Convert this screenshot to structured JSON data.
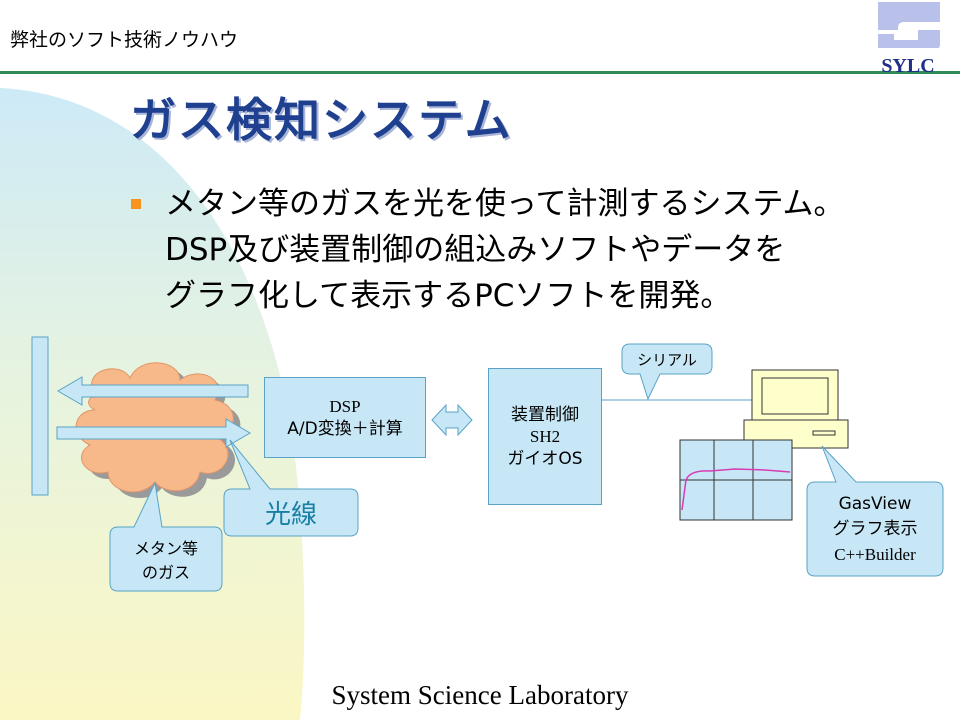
{
  "header": {
    "text": "弊社のソフト技術ノウハウ",
    "logo_text": "SYLC"
  },
  "title": "ガス検知システム",
  "bullet": {
    "lines": [
      "メタン等のガスを光を使って計測するシステム。",
      "DSP及び装置制御の組込みソフトやデータを",
      "グラフ化して表示するPCソフトを開発。"
    ]
  },
  "diagram": {
    "dsp_box": {
      "line1": "DSP",
      "line2": "A/D変換＋計算"
    },
    "control_box": {
      "line1": "装置制御",
      "line2": "SH2",
      "line3": "ガイオOS"
    },
    "gas_callout": {
      "line1": "メタン等",
      "line2": "のガス"
    },
    "light_callout": "光線",
    "serial_callout": "シリアル",
    "app_callout": {
      "line1": "GasView",
      "line2": "グラフ表示",
      "line3": "C++Builder"
    }
  },
  "footer": "System Science Laboratory",
  "colors": {
    "title": "#1f3f8f",
    "box_fill": "#c7e7f6",
    "box_border": "#5aa3c6",
    "cloud": "#f8b98a",
    "bullet": "#f7941d",
    "rule": "#2e8b57",
    "graph_line": "#d63cb5"
  }
}
